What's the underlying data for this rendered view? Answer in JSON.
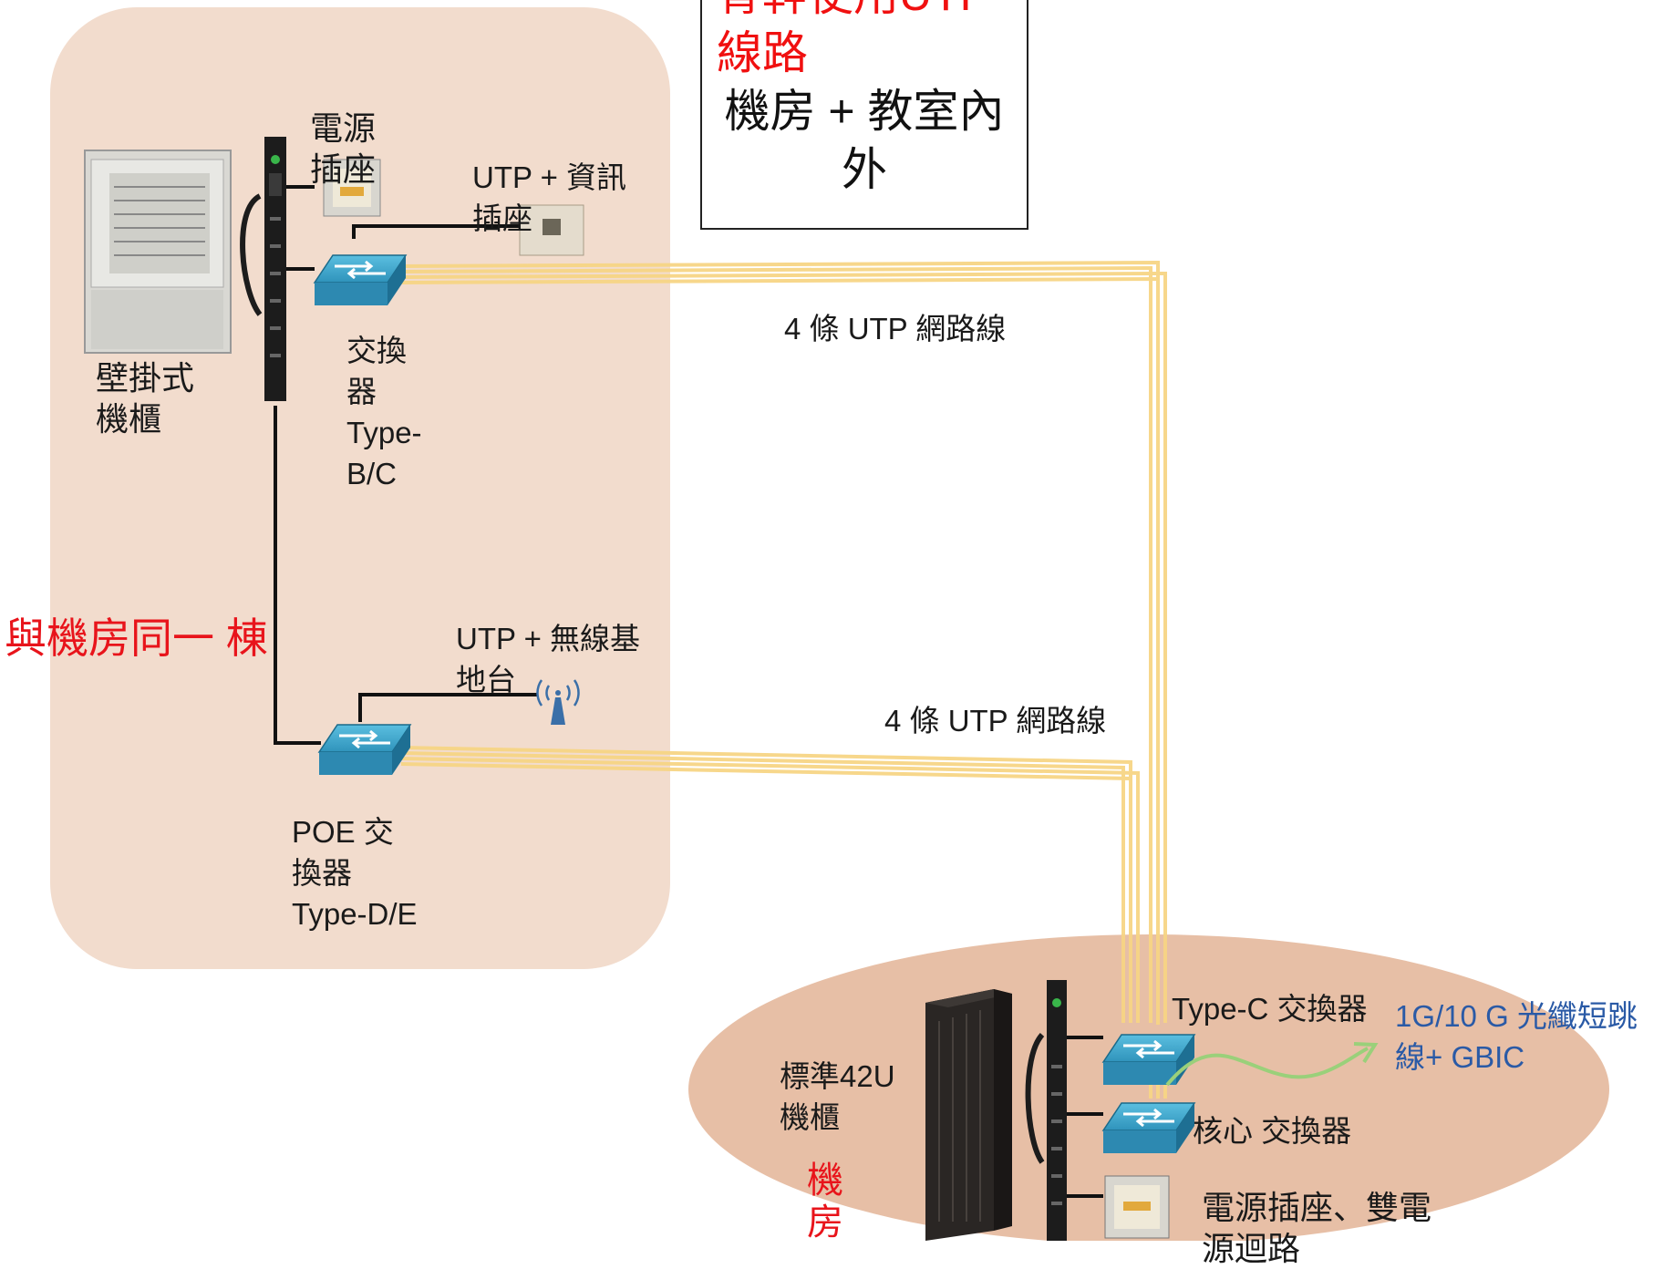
{
  "title": {
    "red_text": "骨幹使用UTP\n線路",
    "black_text": "機房 + 教室內\n外"
  },
  "building_zone": {
    "label": "與機房同一 棟",
    "wall_cabinet_label": "壁掛式\n機櫃",
    "power_outlet_label": "電源\n插座",
    "info_outlet_label": "UTP + 資訊\n插座",
    "switch_bc_label": "交換\n器\nType-\nB/C",
    "wireless_label": "UTP + 無線基\n地台",
    "poe_switch_label": "POE 交\n換器\nType-D/E"
  },
  "links": {
    "upper": "4 條 UTP 網路線",
    "lower": "4 條 UTP 網路線"
  },
  "server_room": {
    "label": "機\n房",
    "rack_label": "標準42U\n機櫃",
    "type_c_switch_label": "Type-C 交換器",
    "fiber_label": "1G/10 G 光纖短跳\n線+  GBIC",
    "core_switch_label": "核心 交換器",
    "power_label": "電源插座、雙電\n源迴路"
  },
  "colors": {
    "zone_fill": "#f2dccd",
    "room_fill": "#e7bfa6",
    "cable": "#f6d98a",
    "switch_top": "#3fa6c9",
    "switch_side": "#1c6e91",
    "fiber_arrow": "#9ad07a"
  },
  "icons": [
    "wall-cabinet-icon",
    "pdu-icon",
    "power-outlet-icon",
    "info-outlet-icon",
    "switch-icon",
    "wireless-ap-icon",
    "rack-42u-icon",
    "fiber-arrow-icon"
  ]
}
